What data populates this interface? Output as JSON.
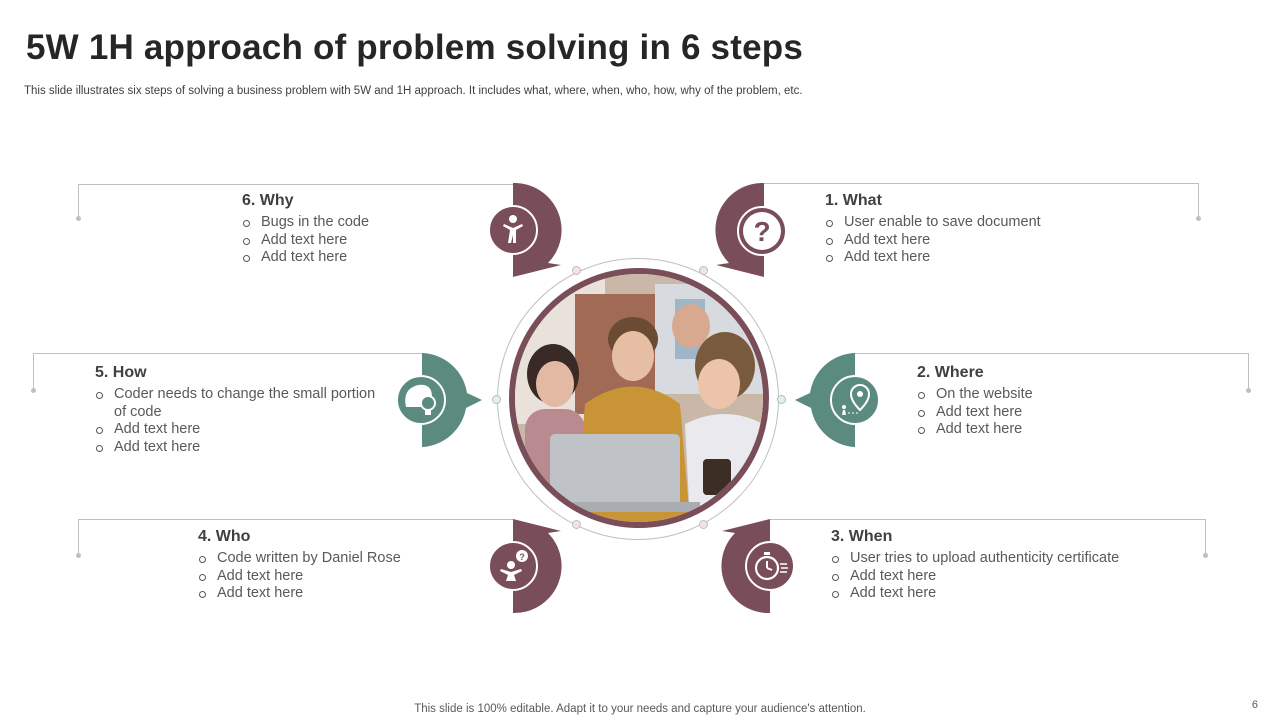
{
  "title": "5W 1H approach of problem solving in 6 steps",
  "subtitle": "This slide illustrates six steps of solving a business problem with 5W and 1H approach. It includes what, where, when, who, how, why of the problem, etc.",
  "footer": "This slide is 100% editable. Adapt it to your needs and capture your audience's attention.",
  "page_number": "6",
  "colors": {
    "maroon": "#7a4e59",
    "teal": "#5b8a7f",
    "line": "#bfbfbf"
  },
  "steps": {
    "what": {
      "heading": "1. What",
      "icon": "question-mark-icon",
      "items": [
        "User enable to save document",
        "Add text here",
        "Add text here"
      ]
    },
    "where": {
      "heading": "2.  Where",
      "icon": "location-pin-icon",
      "items": [
        "On the website",
        "Add text here",
        "Add text here"
      ]
    },
    "when": {
      "heading": "3.  When",
      "icon": "stopwatch-icon",
      "items": [
        "User tries to upload authenticity certificate",
        "Add text here",
        "Add text here"
      ]
    },
    "who": {
      "heading": "4.  Who",
      "icon": "person-question-icon",
      "items": [
        "Code written by Daniel Rose",
        "Add text here",
        "Add text here"
      ]
    },
    "how": {
      "heading": "5.  How",
      "icon": "head-lightbulb-icon",
      "items": [
        "Coder needs to change the small portion of code",
        "Add text here",
        "Add text here"
      ]
    },
    "why": {
      "heading": "6.  Why",
      "icon": "confused-person-icon",
      "items": [
        "Bugs in the code",
        "Add text here",
        "Add text here"
      ]
    }
  },
  "center_image": "team-around-laptop-photo"
}
